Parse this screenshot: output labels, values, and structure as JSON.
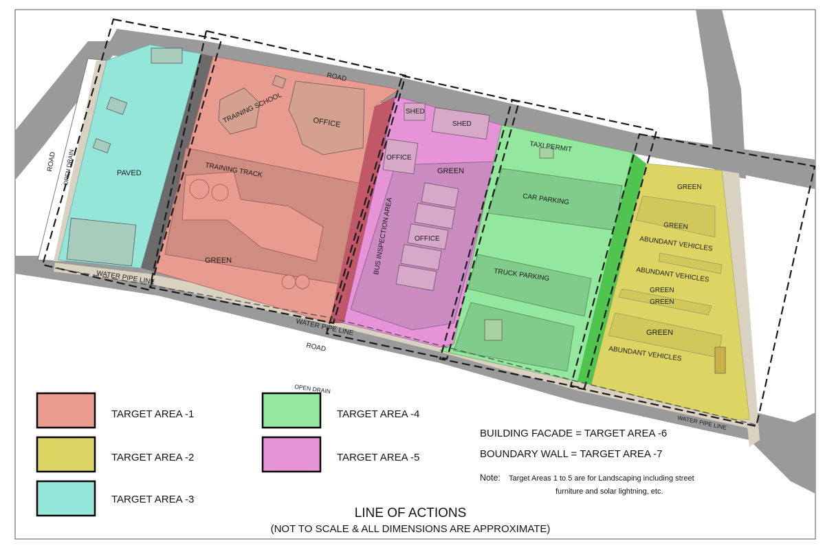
{
  "map": {
    "labels": {
      "road_top": "ROAD",
      "road_left": "ROAD",
      "open_drain_left": "OPEN DRAIN",
      "paved": "PAVED",
      "training_school": "TRAINING SCHOOL",
      "office_1": "OFFICE",
      "training_track": "TRAINING TRACK",
      "green_1": "GREEN",
      "shed_1": "SHED",
      "shed_2": "SHED",
      "office_2": "OFFICE",
      "green_5": "GREEN",
      "bus_inspection": "BUS INSPECTION AREA",
      "office_3": "OFFICE",
      "taxi_permit": "TAXI PERMIT",
      "car_parking": "CAR PARKING",
      "truck_parking": "TRUCK PARKING",
      "green_2a": "GREEN",
      "green_2b": "GREEN",
      "abandoned_1": "ABUNDANT VEHICLES",
      "abandoned_2": "ABUNDANT VEHICLES",
      "green_2c": "GREEN",
      "green_2d": "GREEN",
      "green_2e": "GREEN",
      "abandoned_3": "ABUNDANT VEHICLES",
      "water_pipe_1": "WATER PIPE LINE",
      "water_pipe_2": "WATER PIPE LINE",
      "water_pipe_3": "WATER PIPE LINE",
      "road_bottom": "ROAD",
      "open_drain_bottom": "OPEN DRAIN"
    },
    "colors": {
      "target_1": "#e89b8f",
      "target_2": "#dcd563",
      "target_3": "#93e6d8",
      "target_4": "#93e89e",
      "target_5": "#e694d7",
      "road": "#9a9a9a",
      "footpath": "#d9d2c0"
    }
  },
  "legend": {
    "items": [
      {
        "label": "TARGET AREA -1",
        "color": "#e89b8f"
      },
      {
        "label": "TARGET AREA -2",
        "color": "#dcd563"
      },
      {
        "label": "TARGET AREA -3",
        "color": "#93e6d8"
      },
      {
        "label": "TARGET AREA -4",
        "color": "#93e89e"
      },
      {
        "label": "TARGET AREA -5",
        "color": "#e694d7"
      }
    ],
    "facade": "BUILDING FACADE = TARGET AREA -6",
    "wall": "BOUNDARY WALL = TARGET AREA -7"
  },
  "note": {
    "prefix": "Note:",
    "line1": "Target Areas 1 to 5 are for Landscaping including street",
    "line2": "furniture and solar lightning, etc."
  },
  "title": "LINE OF ACTIONS",
  "subtitle": "(NOT TO SCALE & ALL DIMENSIONS ARE APPROXIMATE)"
}
